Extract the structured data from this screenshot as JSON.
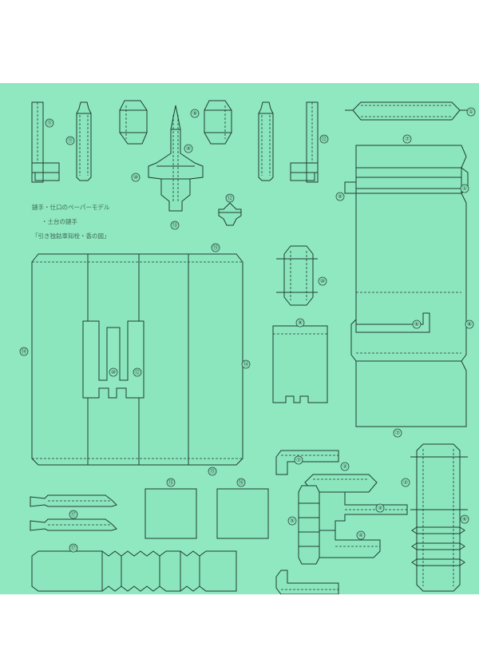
{
  "caption": {
    "line1": "鏈手・仕口のペーパーモデル",
    "line2": "・土台の鏈手",
    "line3": "「引き独鈷車知栓・香の図」"
  },
  "labels": [
    "①",
    "②",
    "③",
    "④",
    "⑤",
    "⑥",
    "⑦",
    "⑧",
    "⑨",
    "⑩",
    "⑪",
    "⑫",
    "⑬",
    "⑭",
    "⑮",
    "⑯",
    "⑰"
  ],
  "colors": {
    "sheet": "#8fe8bf",
    "line": "#1f3d33"
  }
}
